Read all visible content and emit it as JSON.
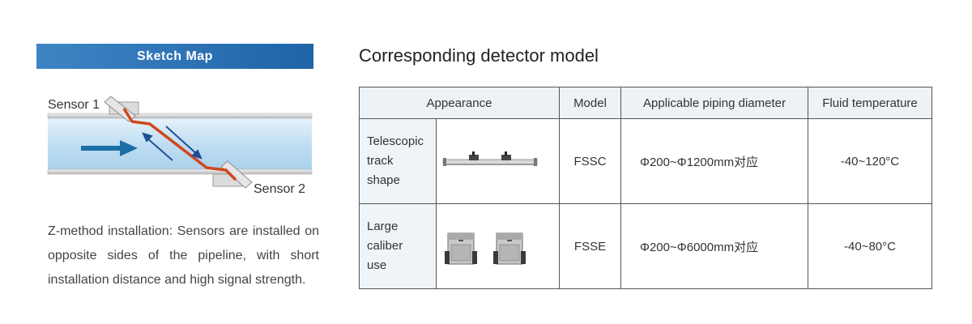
{
  "sketch": {
    "title": "Sketch Map",
    "sensor1_label": "Sensor 1",
    "sensor2_label": "Sensor 2",
    "description": "Z-method installation: Sensors are installed on opposite sides of the pipeline, with short installation distance and high signal strength."
  },
  "detector": {
    "heading": "Corresponding detector model",
    "columns": {
      "appearance": "Appearance",
      "model": "Model",
      "diameter": "Applicable piping diameter",
      "temperature": "Fluid temperature"
    },
    "rows": [
      {
        "name": "Telescopic\ntrack\nshape",
        "image": "telescopic-track-sensor",
        "model": "FSSC",
        "diameter": "Φ200~Φ1200mm对应",
        "temperature": "-40~120°C"
      },
      {
        "name": "Large\ncaliber\nuse",
        "image": "large-caliber-sensor-pair",
        "model": "FSSE",
        "diameter": "Φ200~Φ6000mm对应",
        "temperature": "-40~80°C"
      }
    ]
  },
  "colors": {
    "banner": "#2a70b4",
    "pipe_fill": "#cfe6f5",
    "signal_path": "#d2461c",
    "flow_arrow": "#1b6ea6",
    "table_header_bg": "#edf2f6"
  }
}
